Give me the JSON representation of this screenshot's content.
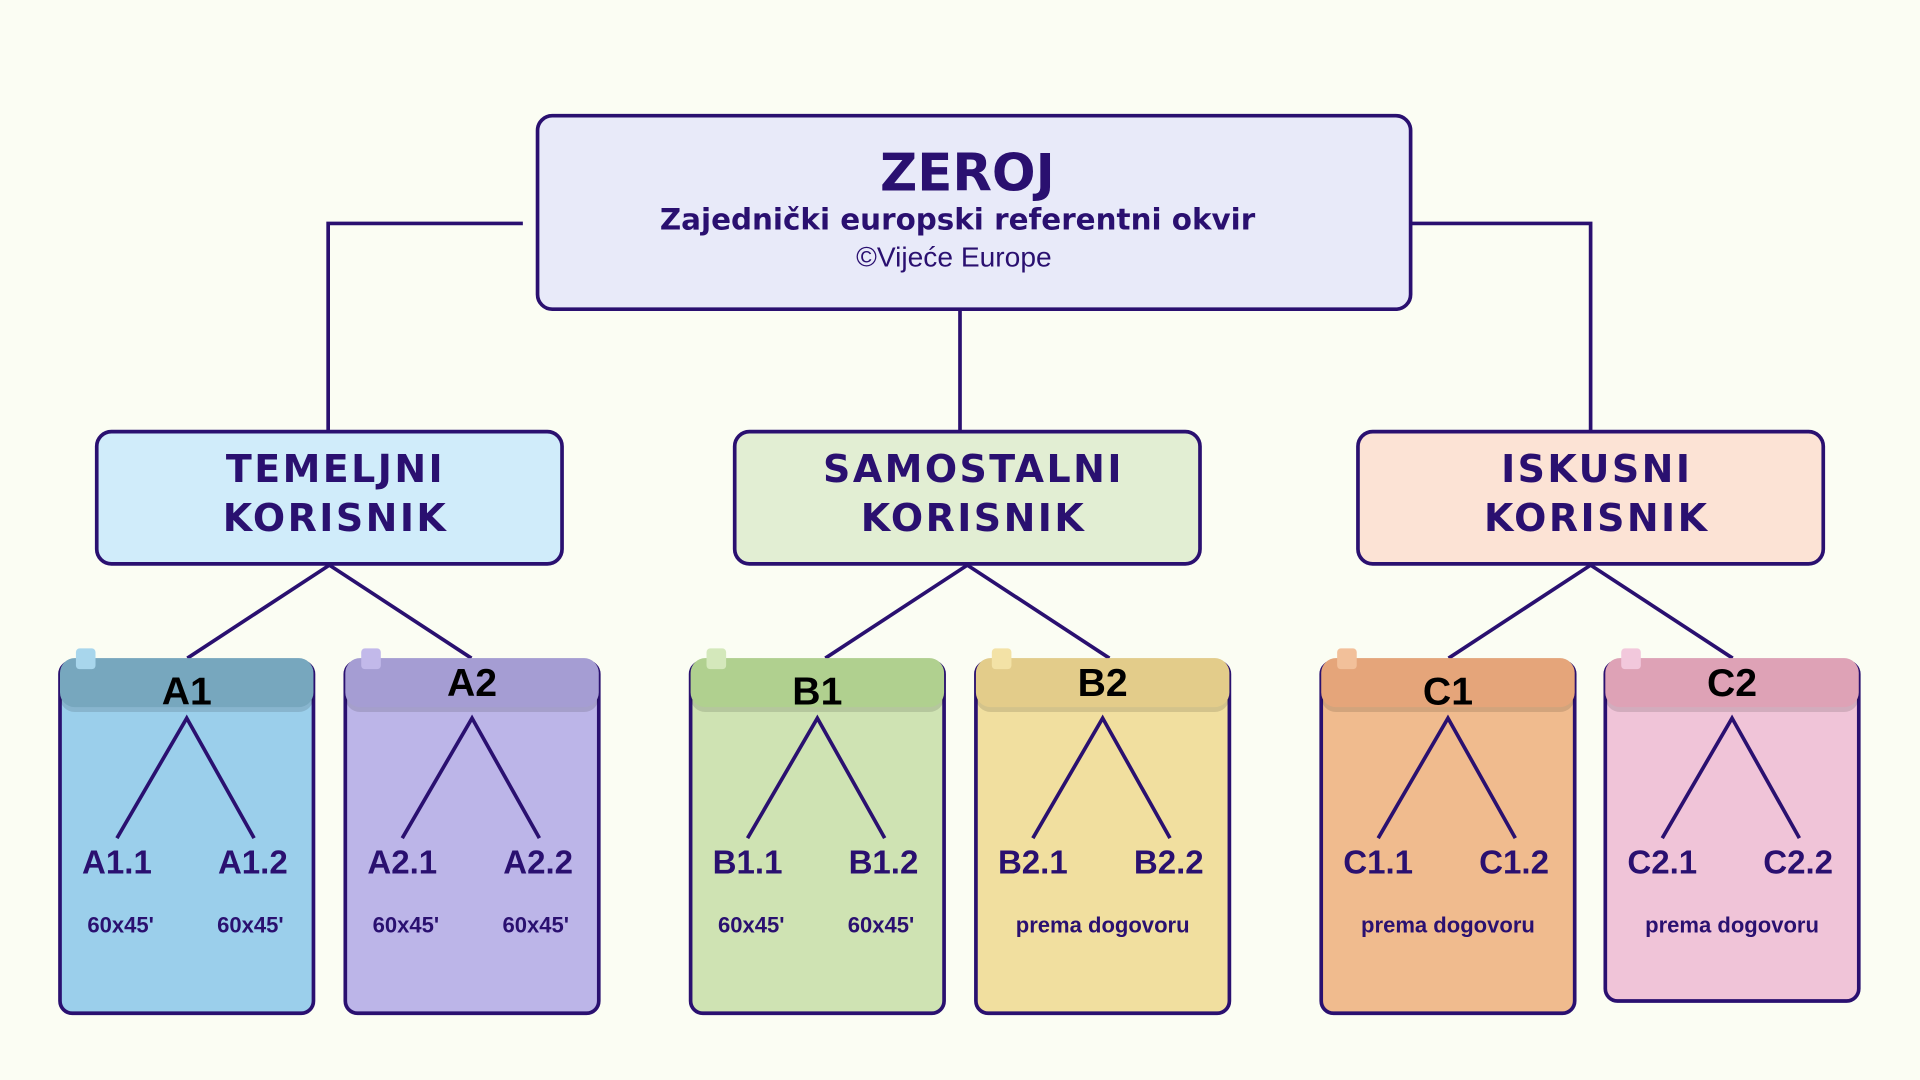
{
  "root": {
    "title": "ZEROJ",
    "subtitle": "Zajednički europski referentni okvir",
    "copyright": "©Vijeće Europe"
  },
  "levels": [
    {
      "line1": "TEMELJNI",
      "line2": "KORISNIK",
      "color": "#d0ecfa"
    },
    {
      "line1": "SAMOSTALNI",
      "line2": "KORISNIK",
      "color": "#e2eed3"
    },
    {
      "line1": "ISKUSNI",
      "line2": "KORISNIK",
      "color": "#fce3d5"
    }
  ],
  "cards": [
    {
      "label": "A1",
      "sub1": "A1.1",
      "sub2": "A1.2",
      "note1": "60x45'",
      "note2": "60x45'",
      "body": "#9bcfeb",
      "header": "#77a7be",
      "tab": "#a8d6ec"
    },
    {
      "label": "A2",
      "sub1": "A2.1",
      "sub2": "A2.2",
      "note1": "60x45'",
      "note2": "60x45'",
      "body": "#bcb5e8",
      "header": "#a59dd3",
      "tab": "#c2b9ea"
    },
    {
      "label": "B1",
      "sub1": "B1.1",
      "sub2": "B1.2",
      "note1": "60x45'",
      "note2": "60x45'",
      "body": "#cfe3b3",
      "header": "#b0d08f",
      "tab": "#d4e8bb"
    },
    {
      "label": "B2",
      "sub1": "B2.1",
      "sub2": "B2.2",
      "note": "prema dogovoru",
      "body": "#f1df9f",
      "header": "#e3cc8a",
      "tab": "#f3e2a6"
    },
    {
      "label": "C1",
      "sub1": "C1.1",
      "sub2": "C1.2",
      "note": "prema dogovoru",
      "body": "#f0bb8e",
      "header": "#e5a57a",
      "tab": "#f2c09a"
    },
    {
      "label": "C2",
      "sub1": "C2.1",
      "sub2": "C2.2",
      "note": "prema dogovoru",
      "body": "#f0c4d8",
      "header": "#dea2b6",
      "tab": "#f2c8dc"
    }
  ]
}
